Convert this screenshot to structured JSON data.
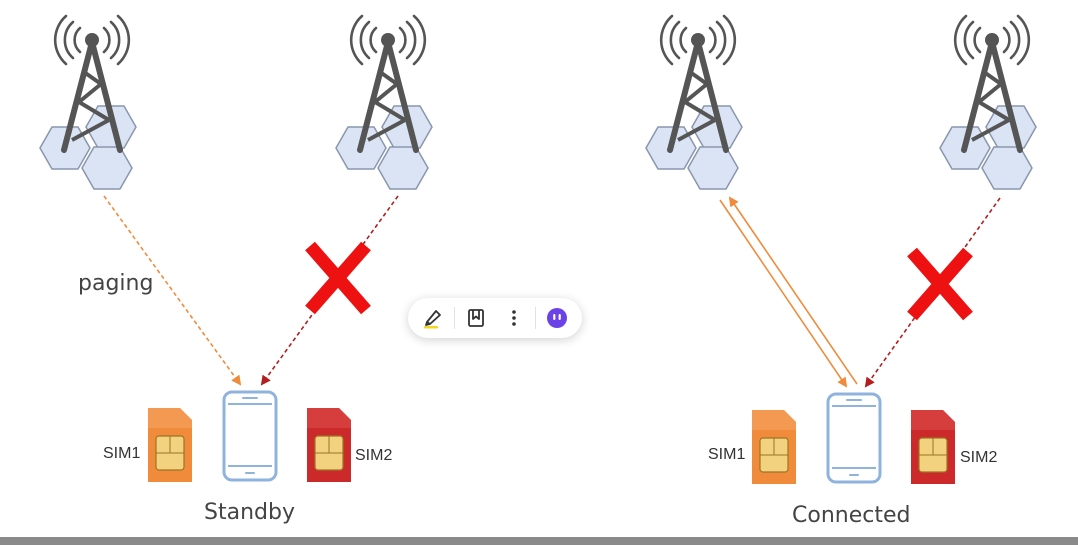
{
  "left_panel": {
    "paging_label": "paging",
    "sim1_label": "SIM1",
    "sim2_label": "SIM2",
    "state_label": "Standby"
  },
  "right_panel": {
    "sim1_label": "SIM1",
    "sim2_label": "SIM2",
    "state_label": "Connected"
  },
  "toolbar": {
    "items": [
      "highlighter-icon",
      "bookmark-icon",
      "more-icon",
      "assistant-icon"
    ]
  },
  "colors": {
    "tower": "#555555",
    "hex_fill": "#dbe4f4",
    "hex_stroke": "#8a96ad",
    "sim1": "#f08b3c",
    "sim2": "#cc2a2a",
    "chip": "#e8c060",
    "phone": "#8fb3dd",
    "cross": "#ee1111",
    "arrow_orange": "#f08b3c",
    "arrow_red": "#b41e1e",
    "assistant": "#6b42e8"
  }
}
